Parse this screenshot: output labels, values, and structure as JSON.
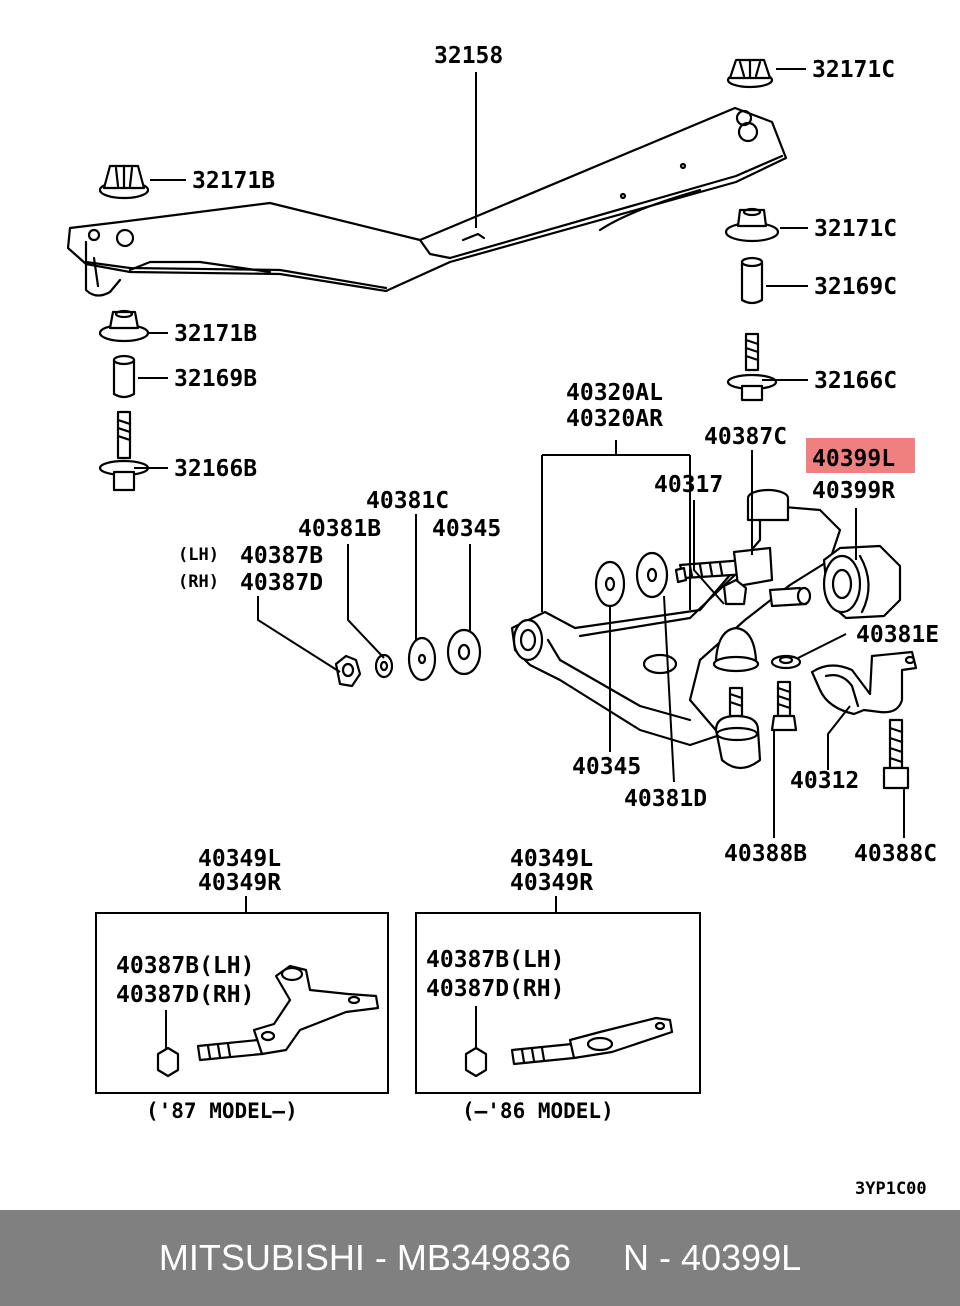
{
  "labels": {
    "p32158": "32158",
    "p32171C_top": "32171C",
    "p32171B_top": "32171B",
    "p32171C_mid": "32171C",
    "p32169C": "32169C",
    "p32166C": "32166C",
    "p32171B_low": "32171B",
    "p32169B": "32169B",
    "p32166B": "32166B",
    "p40320AL": "40320AL",
    "p40320AR": "40320AR",
    "p40387C": "40387C",
    "p40399L": "40399L",
    "p40399R": "40399R",
    "p40317": "40317",
    "p40381C": "40381C",
    "p40381B": "40381B",
    "p40345_top": "40345",
    "lh_tag": "(LH)",
    "rh_tag": "(RH)",
    "p40387B": "40387B",
    "p40387D": "40387D",
    "p40381E": "40381E",
    "p40345_low": "40345",
    "p40381D": "40381D",
    "p40312": "40312",
    "p40388B": "40388B",
    "p40388C": "40388C",
    "box1_l": "40349L",
    "box1_r": "40349R",
    "box1_lh": "40387B(LH)",
    "box1_rh": "40387D(RH)",
    "box1_caption": "('87 MODEL—)",
    "box2_l": "40349L",
    "box2_r": "40349R",
    "box2_lh": "40387B(LH)",
    "box2_rh": "40387D(RH)",
    "box2_caption": "(—'86 MODEL)",
    "figure_code": "3YP1C00"
  },
  "highlighted_part": "40399L",
  "colors": {
    "highlight": "#f08080",
    "footer_bg": "#808080",
    "footer_text": "#ffffff",
    "ink": "#000000"
  },
  "footer": {
    "brand_part": "MITSUBISHI - MB349836",
    "ref": "N - 40399L"
  }
}
